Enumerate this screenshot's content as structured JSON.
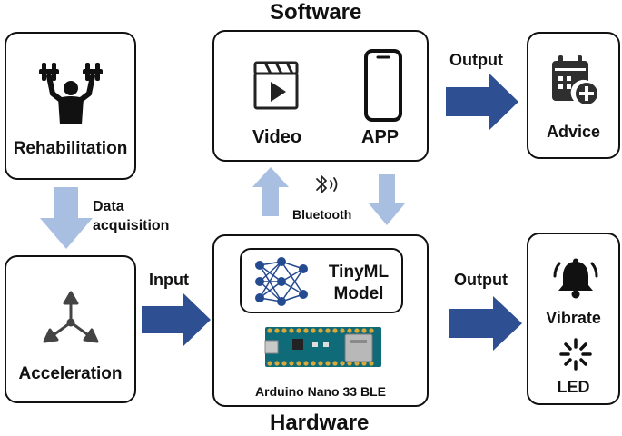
{
  "diagram": {
    "software_title": "Software",
    "hardware_title": "Hardware",
    "nodes": {
      "rehabilitation": {
        "label": "Rehabilitation",
        "icon": "weightlifter-icon"
      },
      "acceleration": {
        "label": "Acceleration",
        "icon": "three-axis-icon"
      },
      "software": {
        "video_label": "Video",
        "video_icon": "video-clapper-icon",
        "app_label": "APP",
        "app_icon": "smartphone-icon"
      },
      "hardware": {
        "model_label_line1": "TinyML",
        "model_label_line2": "Model",
        "model_icon": "neural-network-icon",
        "board_label": "Arduino Nano 33 BLE",
        "board_icon": "arduino-board-icon"
      },
      "advice": {
        "label": "Advice",
        "icon": "calendar-plus-icon"
      },
      "feedback": {
        "vibrate_label": "Vibrate",
        "vibrate_icon": "bell-ringing-icon",
        "led_label": "LED",
        "led_icon": "led-burst-icon"
      }
    },
    "edges": {
      "data_acquisition_line1": "Data",
      "data_acquisition_line2": "acquisition",
      "input": "Input",
      "output_top": "Output",
      "output_bottom": "Output",
      "bluetooth": "Bluetooth",
      "bluetooth_icon": "bluetooth-icon"
    },
    "colors": {
      "dark_arrow": "#2e4f92",
      "light_arrow": "#a8bfe2",
      "stroke": "#111111",
      "network_node": "#244a8f"
    }
  }
}
